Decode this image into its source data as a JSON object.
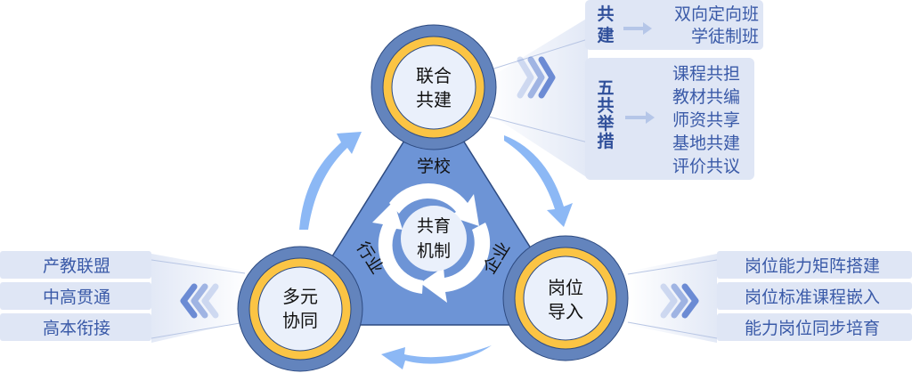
{
  "colors": {
    "outer_ring": "#6384bd",
    "gold_ring": "#fbc444",
    "inner_fill": "#eaf0fb",
    "triangle_fill": "#6d94d6",
    "cycle_arrow": "#8cb8f5",
    "box_fill": "#dfe6f5",
    "box_text": "#3a5aa8",
    "chevron": "#5d80cf"
  },
  "center": {
    "label_line1": "共育",
    "label_line2": "机制",
    "side_labels": {
      "top": "学校",
      "left": "行业",
      "right": "企业"
    }
  },
  "nodes": {
    "top": {
      "line1": "联合",
      "line2": "共建"
    },
    "left": {
      "line1": "多元",
      "line2": "协同"
    },
    "right": {
      "line1": "岗位",
      "line2": "导入"
    }
  },
  "top_panel": {
    "group1": {
      "title": [
        "共",
        "建"
      ],
      "items": [
        "双向定向班",
        "学徒制班"
      ]
    },
    "group2": {
      "title": [
        "五",
        "共",
        "举",
        "措"
      ],
      "items": [
        "课程共担",
        "教材共编",
        "师资共享",
        "基地共建",
        "评价共议"
      ]
    }
  },
  "left_panel": {
    "items": [
      "产教联盟",
      "中高贯通",
      "高本衔接"
    ]
  },
  "right_panel": {
    "items": [
      "岗位能力矩阵搭建",
      "岗位标准课程嵌入",
      "能力岗位同步培育"
    ]
  }
}
